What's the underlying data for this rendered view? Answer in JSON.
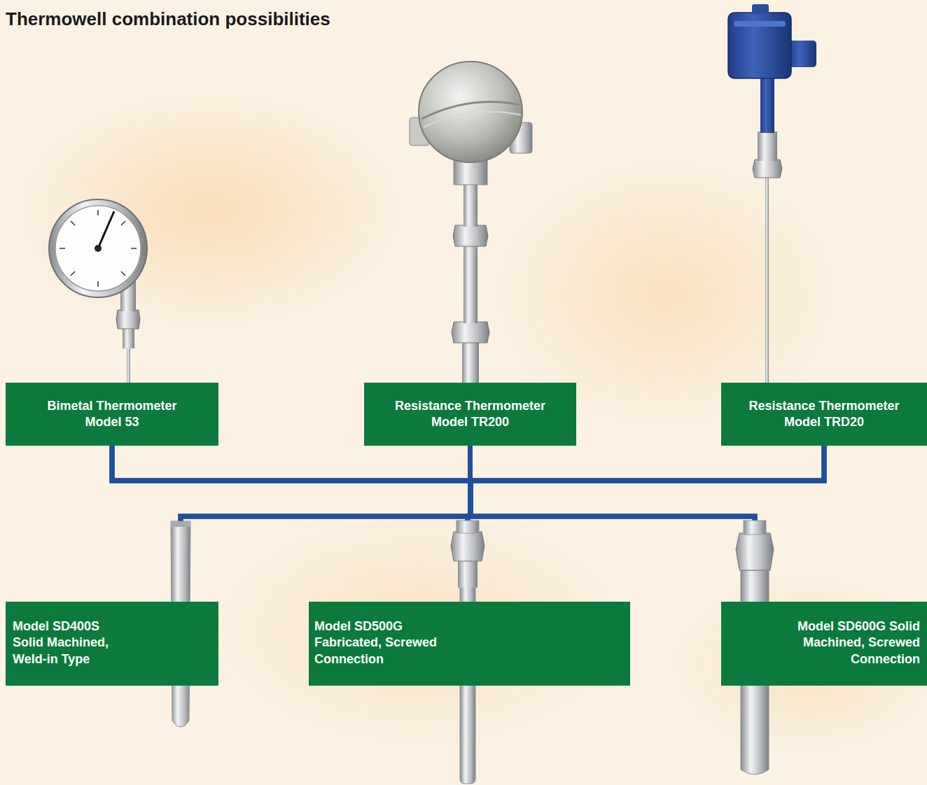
{
  "diagram": {
    "title": "Thermowell combination possibilities",
    "nodes": [
      {
        "text": [
          "Bimetal Thermometer Model 53"
        ]
      },
      {
        "text": [
          "Resistance Thermometer Model TR200"
        ]
      },
      {
        "text": [
          "Resistance Thermometer Model TRD20"
        ]
      },
      {
        "text": [
          "Model SD400S Solid Machined, Weld-in Type"
        ]
      },
      {
        "text": [
          "Model SD500G Fabricated, Screwed Connection"
        ]
      },
      {
        "text": [
          "Model SD600G Solid Machined, Screwed Connection"
        ]
      }
    ],
    "edges": [
      {
        "from": 0,
        "to": 3,
        "arrow": "none"
      },
      {
        "from": 0,
        "to": 4,
        "arrow": "none"
      },
      {
        "from": 0,
        "to": 5,
        "arrow": "none"
      },
      {
        "from": 1,
        "to": 3,
        "arrow": "none"
      },
      {
        "from": 1,
        "to": 4,
        "arrow": "none"
      },
      {
        "from": 1,
        "to": 5,
        "arrow": "none"
      },
      {
        "from": 2,
        "to": 3,
        "arrow": "none"
      },
      {
        "from": 2,
        "to": 4,
        "arrow": "none"
      },
      {
        "from": 2,
        "to": 5,
        "arrow": "none"
      }
    ]
  }
}
